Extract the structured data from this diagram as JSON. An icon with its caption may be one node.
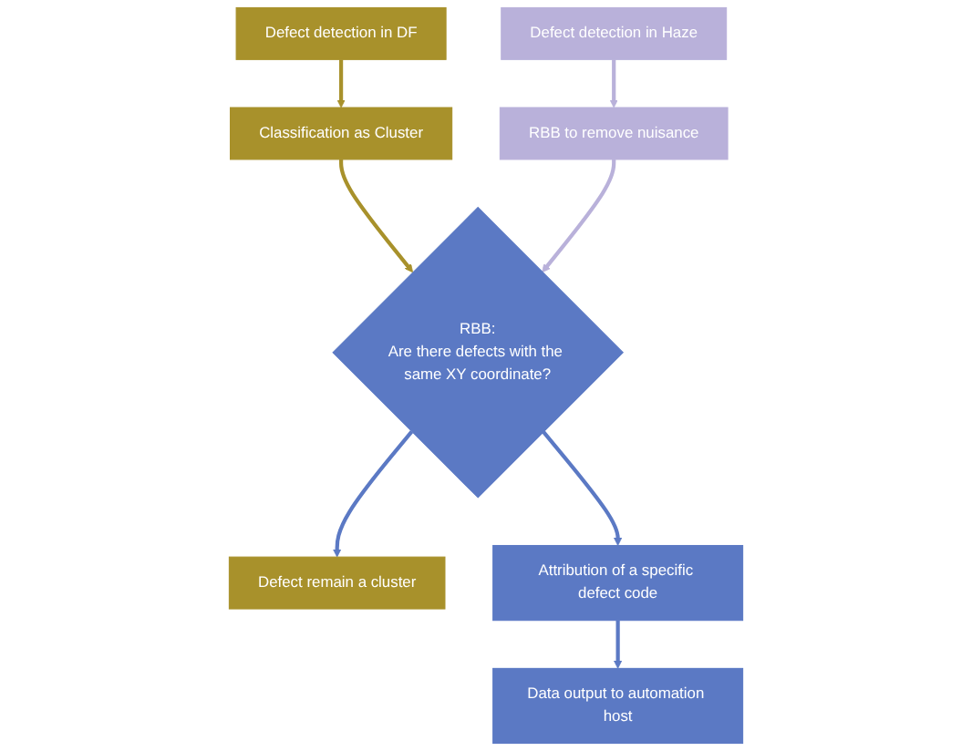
{
  "diagram": {
    "nodes": [
      {
        "text": [
          "Defect detection in DF"
        ]
      },
      {
        "text": [
          "Defect detection in Haze"
        ]
      },
      {
        "text": [
          "Classification as Cluster"
        ]
      },
      {
        "text": [
          "RBB to remove nuisance"
        ]
      },
      {
        "text": [
          "RBB:",
          "Are there defects with the same XY coordinate?"
        ]
      },
      {
        "text": [
          "Defect remain a cluster"
        ]
      },
      {
        "text": [
          "Attribution of a specific defect code"
        ]
      },
      {
        "text": [
          "Data output to automation host"
        ]
      }
    ],
    "edges": [
      {
        "from": 0,
        "to": 2,
        "arrow": "to",
        "color": "#a8912b"
      },
      {
        "from": 1,
        "to": 3,
        "arrow": "to",
        "color": "#b9b1da"
      },
      {
        "from": 2,
        "to": 4,
        "arrow": "to",
        "color": "#a8912b"
      },
      {
        "from": 3,
        "to": 4,
        "arrow": "to",
        "color": "#b9b1da"
      },
      {
        "from": 4,
        "to": 5,
        "arrow": "to"
      },
      {
        "from": 4,
        "to": 6,
        "arrow": "to"
      },
      {
        "from": 6,
        "to": 7,
        "arrow": "to"
      }
    ]
  }
}
